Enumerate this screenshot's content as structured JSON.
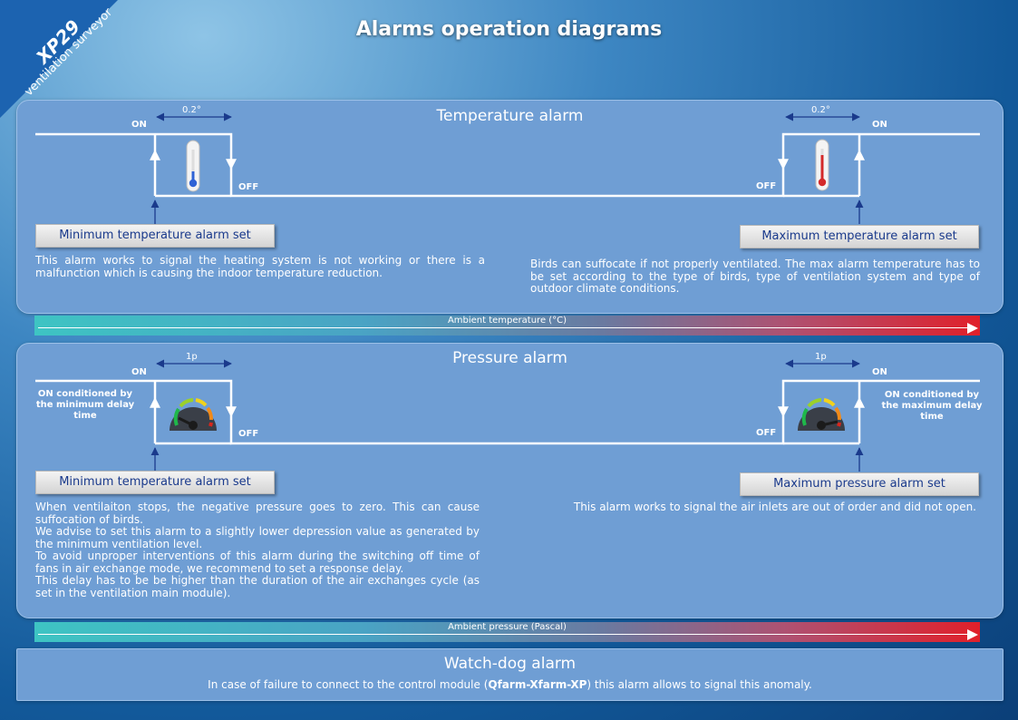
{
  "brand": {
    "name": "XP29",
    "subtitle": "ventilation surveyor"
  },
  "page_title": "Alarms operation diagrams",
  "temperature": {
    "title": "Temperature alarm",
    "hysteresis_left": "0.2°",
    "hysteresis_right": "0.2°",
    "on": "ON",
    "off": "OFF",
    "min_button": "Minimum temperature alarm set",
    "max_button": "Maximum temperature alarm set",
    "desc_left": "This alarm works to signal the heating system is not working or there is a malfunction which is causing the indoor temperature reduction.",
    "desc_right": "Birds can suffocate if not properly ventilated. The max alarm temperature has to be set according to the type of birds, type of ventilation system and type of outdoor climate conditions.",
    "bar_label": "Ambient temperature (°C)"
  },
  "pressure": {
    "title": "Pressure alarm",
    "hysteresis_left": "1p",
    "hysteresis_right": "1p",
    "on": "ON",
    "off": "OFF",
    "on_cond_left": "ON conditioned by the minimum delay time",
    "on_cond_right": "ON conditioned by the maximum delay time",
    "min_button": "Minimum temperature alarm set",
    "max_button": "Maximum pressure alarm set",
    "desc_left_lines": [
      "When ventilaiton stops, the negative pressure goes to zero. This can cause suffocation of birds.",
      "We advise to set this alarm to a slightly lower depression value as generated by the minimum ventilation level.",
      "To avoid unproper interventions of this alarm during the switching off time of fans in air exchange mode, we recommend to set a response delay.",
      "This delay has to be be higher than the duration of the air exchanges cycle (as set in the ventilation main module)."
    ],
    "desc_right": "This alarm works to signal the air inlets are out of order and did not open.",
    "bar_label": "Ambient pressure (Pascal)"
  },
  "watchdog": {
    "title": "Watch-dog alarm",
    "text_before": "In case of failure to connect to the control module (",
    "text_bold": "Qfarm-Xfarm-XP",
    "text_after": ") this alarm allows to signal this anomaly."
  },
  "colors": {
    "panel": "#6f9ed4",
    "arrow": "#1a3a8c",
    "button_text": "#1a3a8c"
  }
}
